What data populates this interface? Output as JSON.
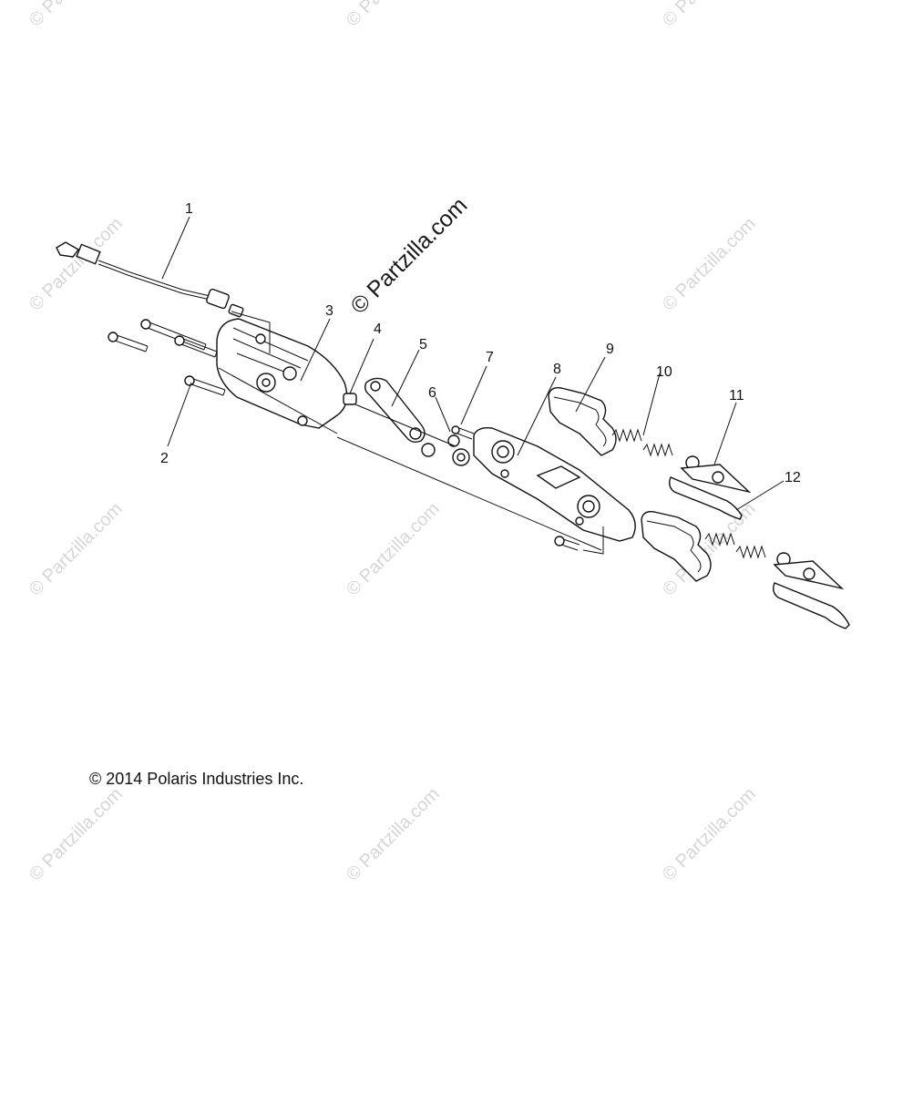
{
  "diagram": {
    "callouts": [
      {
        "id": "1",
        "label": "1"
      },
      {
        "id": "2",
        "label": "2"
      },
      {
        "id": "3",
        "label": "3"
      },
      {
        "id": "4",
        "label": "4"
      },
      {
        "id": "5",
        "label": "5"
      },
      {
        "id": "6",
        "label": "6"
      },
      {
        "id": "7",
        "label": "7"
      },
      {
        "id": "8",
        "label": "8"
      },
      {
        "id": "9",
        "label": "9"
      },
      {
        "id": "10",
        "label": "10"
      },
      {
        "id": "11",
        "label": "11"
      },
      {
        "id": "12",
        "label": "12"
      }
    ],
    "copyright": "© 2014 Polaris Industries Inc.",
    "watermark_main": "© Partzilla.com",
    "watermark_faint": "© Partzilla.com"
  },
  "colors": {
    "line": "#111111",
    "watermark": "#d6d6d6",
    "background": "#ffffff"
  }
}
